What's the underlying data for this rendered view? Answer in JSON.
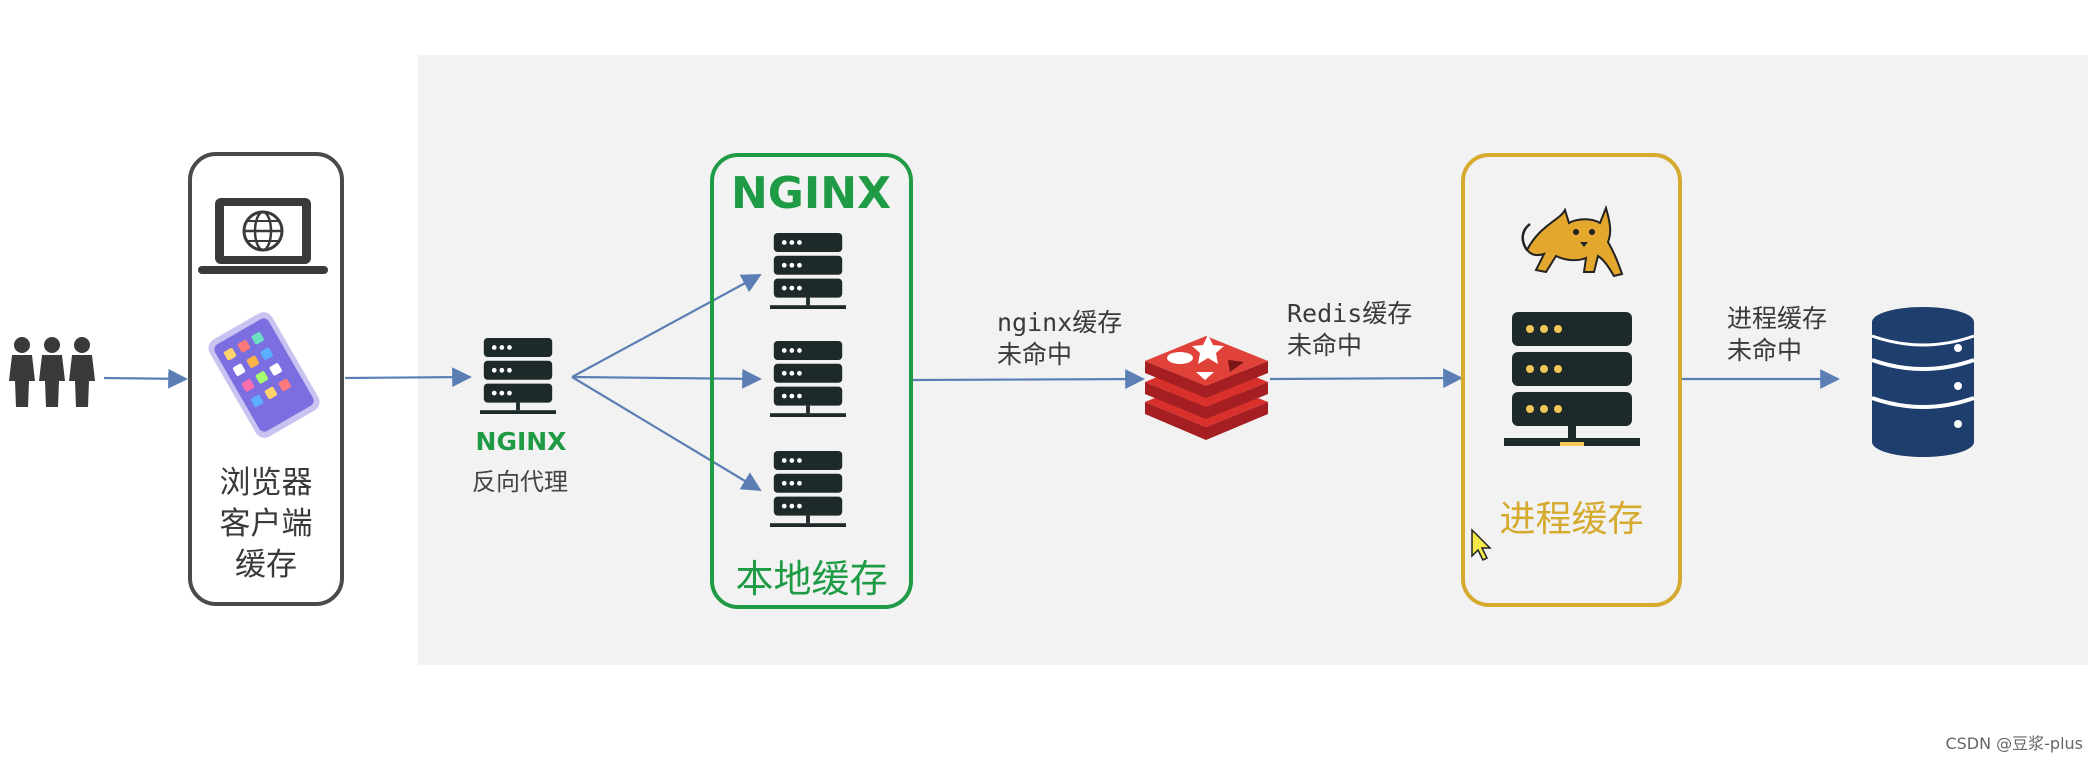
{
  "client_label": "浏览器\n客户端\n缓存",
  "proxy_label": "反向代理",
  "local_cache_label": "本地缓存",
  "process_cache_label": "进程缓存",
  "nginx_logo_text": "NGINX",
  "edges": {
    "nginx_miss": "nginx缓存\n未命中",
    "redis_miss": "Redis缓存\n未命中",
    "process_miss": "进程缓存\n未命中"
  },
  "watermark": "CSDN @豆浆-plus",
  "colors": {
    "nginx_green": "#1f9b45",
    "tomcat_gold": "#d6aa2e",
    "redis_red": "#d8312c",
    "db_navy": "#1e3f6e",
    "arrow_blue": "#5b7fb4",
    "server_dark": "#1e2a2a"
  },
  "icons": [
    "users-icon",
    "laptop-globe-icon",
    "phone-icon",
    "server-icon",
    "nginx-logo",
    "redis-icon",
    "tomcat-icon",
    "database-icon",
    "cursor-icon"
  ]
}
